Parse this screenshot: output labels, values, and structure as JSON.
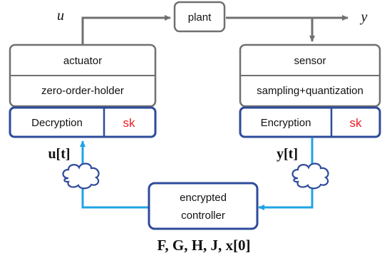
{
  "signals": {
    "u": "u",
    "y": "y",
    "u_t": "u[t]",
    "y_t": "y[t]",
    "params": "F, G, H, J, x[0]"
  },
  "plant": {
    "label": "plant"
  },
  "actuator": {
    "label": "actuator",
    "sublabel": "zero-order-holder"
  },
  "sensor": {
    "label": "sensor",
    "sublabel": "sampling+quantization"
  },
  "decryption": {
    "label": "Decryption",
    "key": "sk"
  },
  "encryption": {
    "label": "Encryption",
    "key": "sk"
  },
  "controller": {
    "line1": "encrypted",
    "line2": "controller"
  },
  "colors": {
    "gray": "#707070",
    "blue": "#2e4b9b",
    "cyan": "#1fa3e4",
    "key_red": "#ee1c24"
  }
}
